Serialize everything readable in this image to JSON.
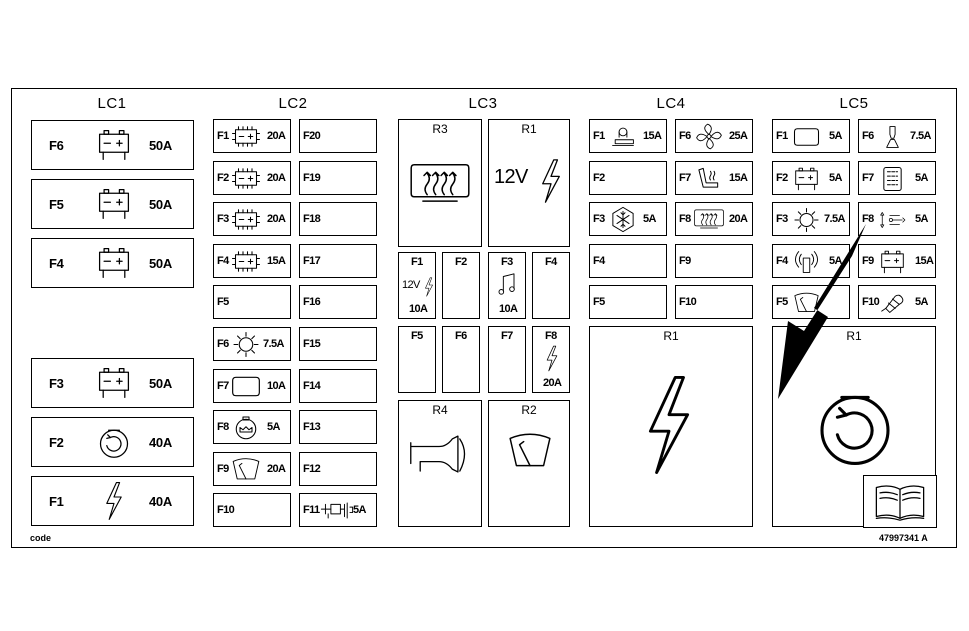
{
  "groups": [
    "LC1",
    "LC2",
    "LC3",
    "LC4",
    "LC5"
  ],
  "lc1": [
    {
      "fuse": "F6",
      "amp": "50A",
      "icon": "battery-icon"
    },
    {
      "fuse": "F5",
      "amp": "50A",
      "icon": "battery-icon"
    },
    {
      "fuse": "F4",
      "amp": "50A",
      "icon": "battery-icon"
    },
    {
      "fuse": "F3",
      "amp": "50A",
      "icon": "battery-icon"
    },
    {
      "fuse": "F2",
      "amp": "40A",
      "icon": "engine-start-icon"
    },
    {
      "fuse": "F1",
      "amp": "40A",
      "icon": "lightning-icon"
    }
  ],
  "lc2": {
    "left": [
      {
        "fuse": "F1",
        "amp": "20A",
        "icon": "ecu-icon"
      },
      {
        "fuse": "F2",
        "amp": "20A",
        "icon": "ecu-icon"
      },
      {
        "fuse": "F3",
        "amp": "20A",
        "icon": "ecu-icon"
      },
      {
        "fuse": "F4",
        "amp": "15A",
        "icon": "ecu-icon"
      },
      {
        "fuse": "F5",
        "amp": "",
        "icon": ""
      },
      {
        "fuse": "F6",
        "amp": "7.5A",
        "icon": "sun-icon"
      },
      {
        "fuse": "F7",
        "amp": "10A",
        "icon": "display-icon"
      },
      {
        "fuse": "F8",
        "amp": "5A",
        "icon": "seat-icon"
      },
      {
        "fuse": "F9",
        "amp": "20A",
        "icon": "wiper-icon"
      },
      {
        "fuse": "F10",
        "amp": "",
        "icon": ""
      }
    ],
    "right": [
      {
        "fuse": "F20",
        "amp": "",
        "icon": ""
      },
      {
        "fuse": "F19",
        "amp": "",
        "icon": ""
      },
      {
        "fuse": "F18",
        "amp": "",
        "icon": ""
      },
      {
        "fuse": "F17",
        "amp": "",
        "icon": ""
      },
      {
        "fuse": "F16",
        "amp": "",
        "icon": ""
      },
      {
        "fuse": "F15",
        "amp": "",
        "icon": ""
      },
      {
        "fuse": "F14",
        "amp": "",
        "icon": ""
      },
      {
        "fuse": "F13",
        "amp": "",
        "icon": ""
      },
      {
        "fuse": "F12",
        "amp": "",
        "icon": ""
      },
      {
        "fuse": "F11",
        "amp": "5A",
        "icon": "linkage-icon"
      }
    ]
  },
  "lc3": {
    "relays": [
      {
        "label": "R3",
        "icon": "rear-defrost-icon"
      },
      {
        "label": "R1",
        "text": "12V",
        "icon": "lightning-icon"
      },
      {
        "label": "R4",
        "icon": "horn-icon"
      },
      {
        "label": "R2",
        "icon": "wiper-icon"
      }
    ],
    "fuses": [
      {
        "fuse": "F1",
        "text": "12V",
        "amp": "10A",
        "icon": "lightning-icon"
      },
      {
        "fuse": "F2",
        "amp": "",
        "icon": ""
      },
      {
        "fuse": "F3",
        "amp": "10A",
        "icon": "music-icon"
      },
      {
        "fuse": "F4",
        "amp": "",
        "icon": ""
      },
      {
        "fuse": "F5",
        "amp": "",
        "icon": ""
      },
      {
        "fuse": "F6",
        "amp": "",
        "icon": ""
      },
      {
        "fuse": "F7",
        "amp": "",
        "icon": ""
      },
      {
        "fuse": "F8",
        "amp": "20A",
        "icon": "lightning-icon"
      }
    ]
  },
  "lc4": {
    "fuses": [
      {
        "fuse": "F1",
        "amp": "15A",
        "icon": "cigarette-lighter-icon"
      },
      {
        "fuse": "F6",
        "amp": "25A",
        "icon": "fan-icon"
      },
      {
        "fuse": "F2",
        "amp": "",
        "icon": ""
      },
      {
        "fuse": "F7",
        "amp": "15A",
        "icon": "heated-seat-icon"
      },
      {
        "fuse": "F3",
        "amp": "5A",
        "icon": "snowflake-icon"
      },
      {
        "fuse": "F8",
        "amp": "20A",
        "icon": "rear-defrost-icon"
      },
      {
        "fuse": "F4",
        "amp": "",
        "icon": ""
      },
      {
        "fuse": "F9",
        "amp": "",
        "icon": ""
      },
      {
        "fuse": "F5",
        "amp": "",
        "icon": ""
      },
      {
        "fuse": "F10",
        "amp": "",
        "icon": ""
      }
    ],
    "relay": {
      "label": "R1",
      "icon": "lightning-icon"
    }
  },
  "lc5": {
    "fuses": [
      {
        "fuse": "F1",
        "amp": "5A",
        "icon": "display-icon"
      },
      {
        "fuse": "F6",
        "amp": "7.5A",
        "icon": "joystick-icon"
      },
      {
        "fuse": "F2",
        "amp": "5A",
        "icon": "battery-icon"
      },
      {
        "fuse": "F7",
        "amp": "5A",
        "icon": "keypad-icon"
      },
      {
        "fuse": "F3",
        "amp": "7.5A",
        "icon": "sun-icon"
      },
      {
        "fuse": "F8",
        "amp": "5A",
        "icon": "hitch-icon"
      },
      {
        "fuse": "F4",
        "amp": "5A",
        "icon": "antenna-icon"
      },
      {
        "fuse": "F9",
        "amp": "15A",
        "icon": "battery-icon"
      },
      {
        "fuse": "F5",
        "amp": "",
        "icon": "wiper-icon"
      },
      {
        "fuse": "F10",
        "amp": "5A",
        "icon": "beacon-icon"
      }
    ],
    "relay": {
      "label": "R1",
      "icon": "engine-start-icon"
    },
    "manual_icon": "manual-book-icon"
  },
  "footer": {
    "left": "code",
    "right": "47997341 A"
  }
}
